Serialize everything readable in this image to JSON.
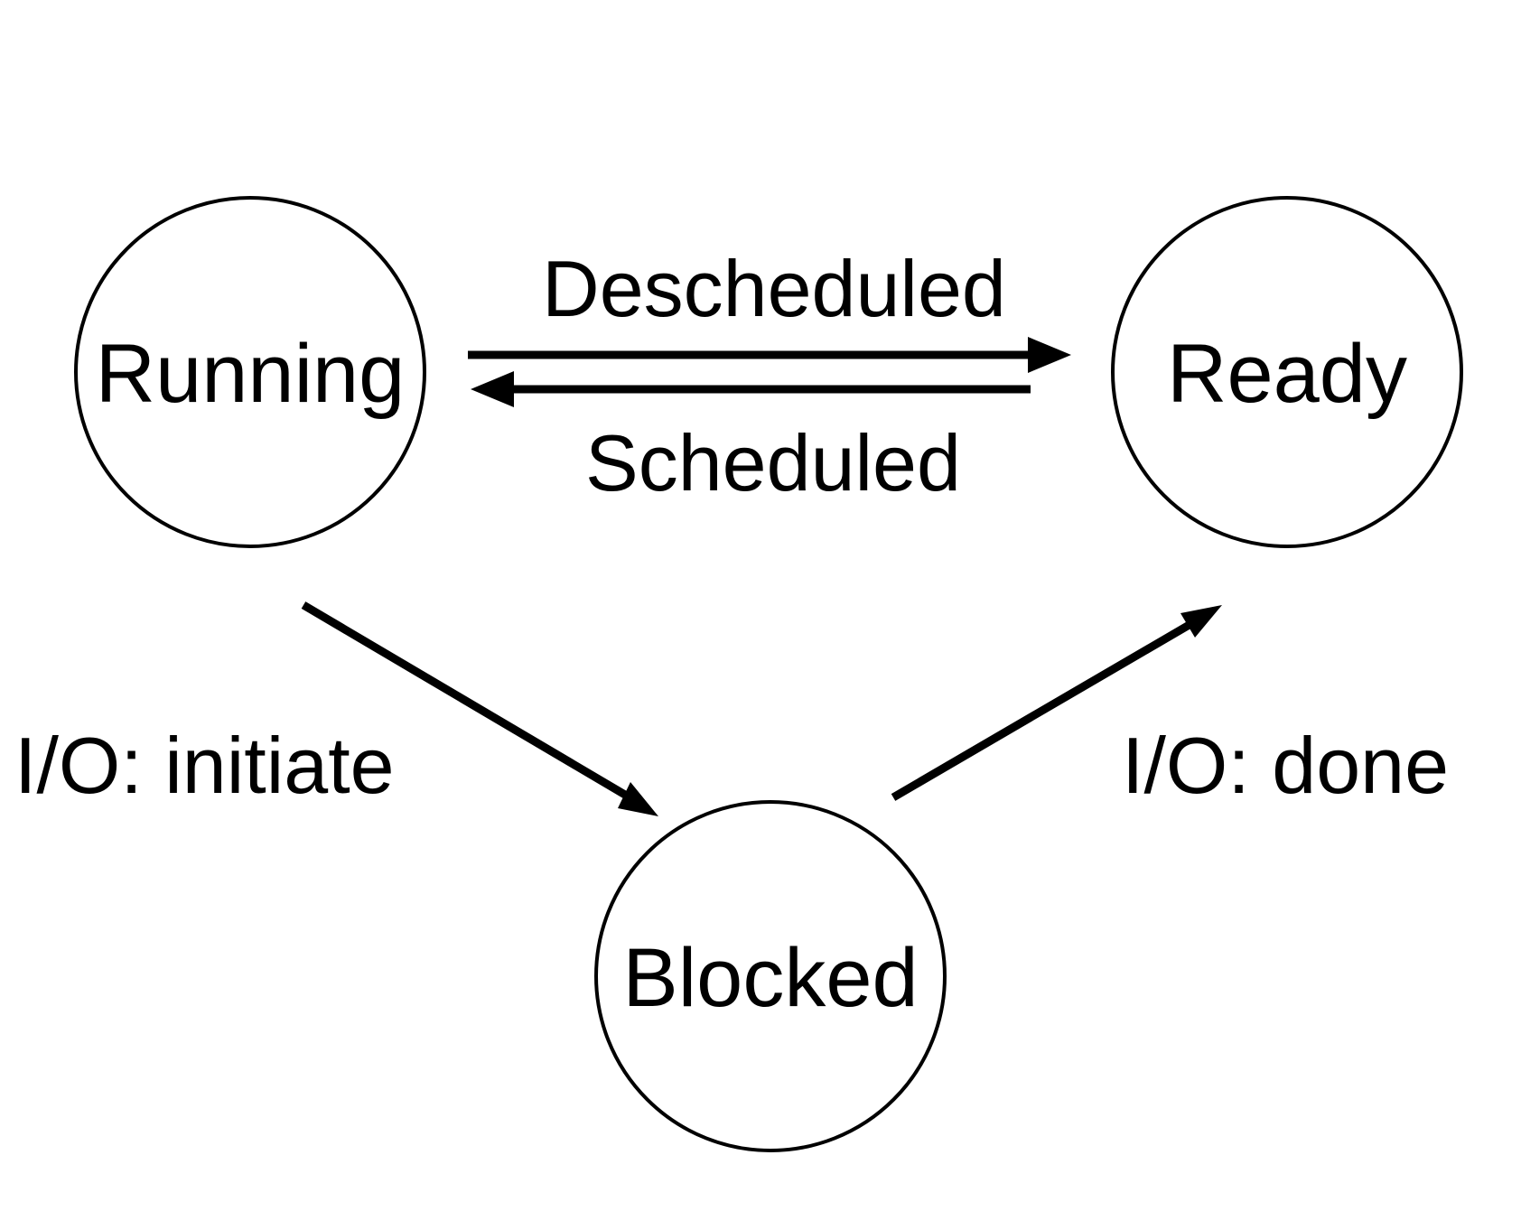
{
  "states": {
    "running": {
      "label": "Running"
    },
    "ready": {
      "label": "Ready"
    },
    "blocked": {
      "label": "Blocked"
    }
  },
  "transitions": {
    "descheduled": {
      "label": "Descheduled",
      "from": "Running",
      "to": "Ready"
    },
    "scheduled": {
      "label": "Scheduled",
      "from": "Ready",
      "to": "Running"
    },
    "io_initiate": {
      "label": "I/O: initiate",
      "from": "Running",
      "to": "Blocked"
    },
    "io_done": {
      "label": "I/O: done",
      "from": "Blocked",
      "to": "Ready"
    }
  },
  "colors": {
    "stroke": "#000000",
    "background": "#ffffff"
  }
}
